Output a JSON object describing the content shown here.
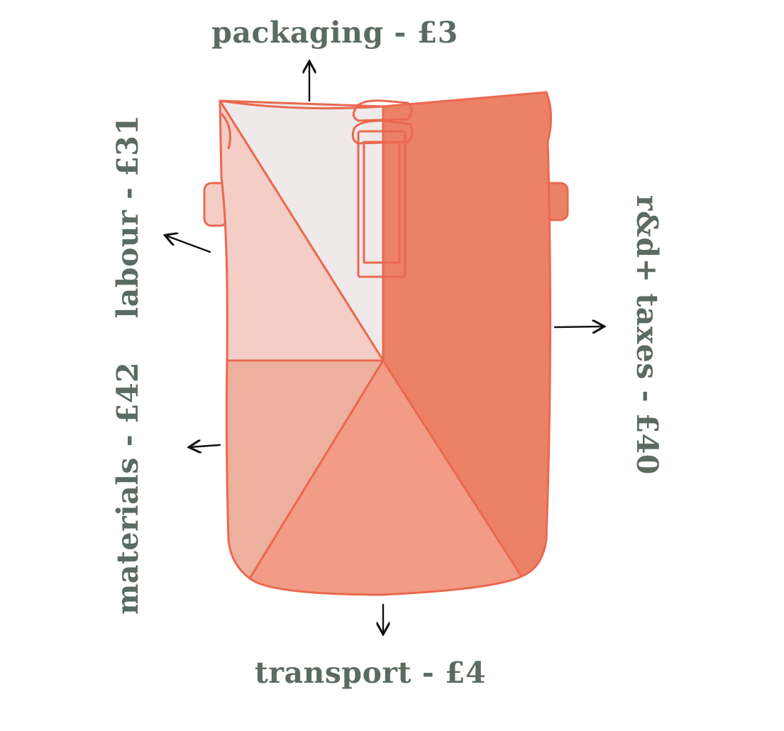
{
  "title": "Backpack cost breakdown",
  "colors": {
    "text": "#5b6b61",
    "outline": "#e9694e",
    "packaging": "#efe9ea",
    "labour": "#f4cdc6",
    "materials": "#eeb09e",
    "transport": "#f29b86",
    "rd_taxes": "#ec8166"
  },
  "segments": [
    {
      "label": "packaging - £3",
      "value": 3
    },
    {
      "label": "labour - £31",
      "value": 31
    },
    {
      "label": "materials - £42",
      "value": 42
    },
    {
      "label": "transport - £4",
      "value": 4
    },
    {
      "label": "r&d+ taxes - £40",
      "value": 40
    }
  ]
}
